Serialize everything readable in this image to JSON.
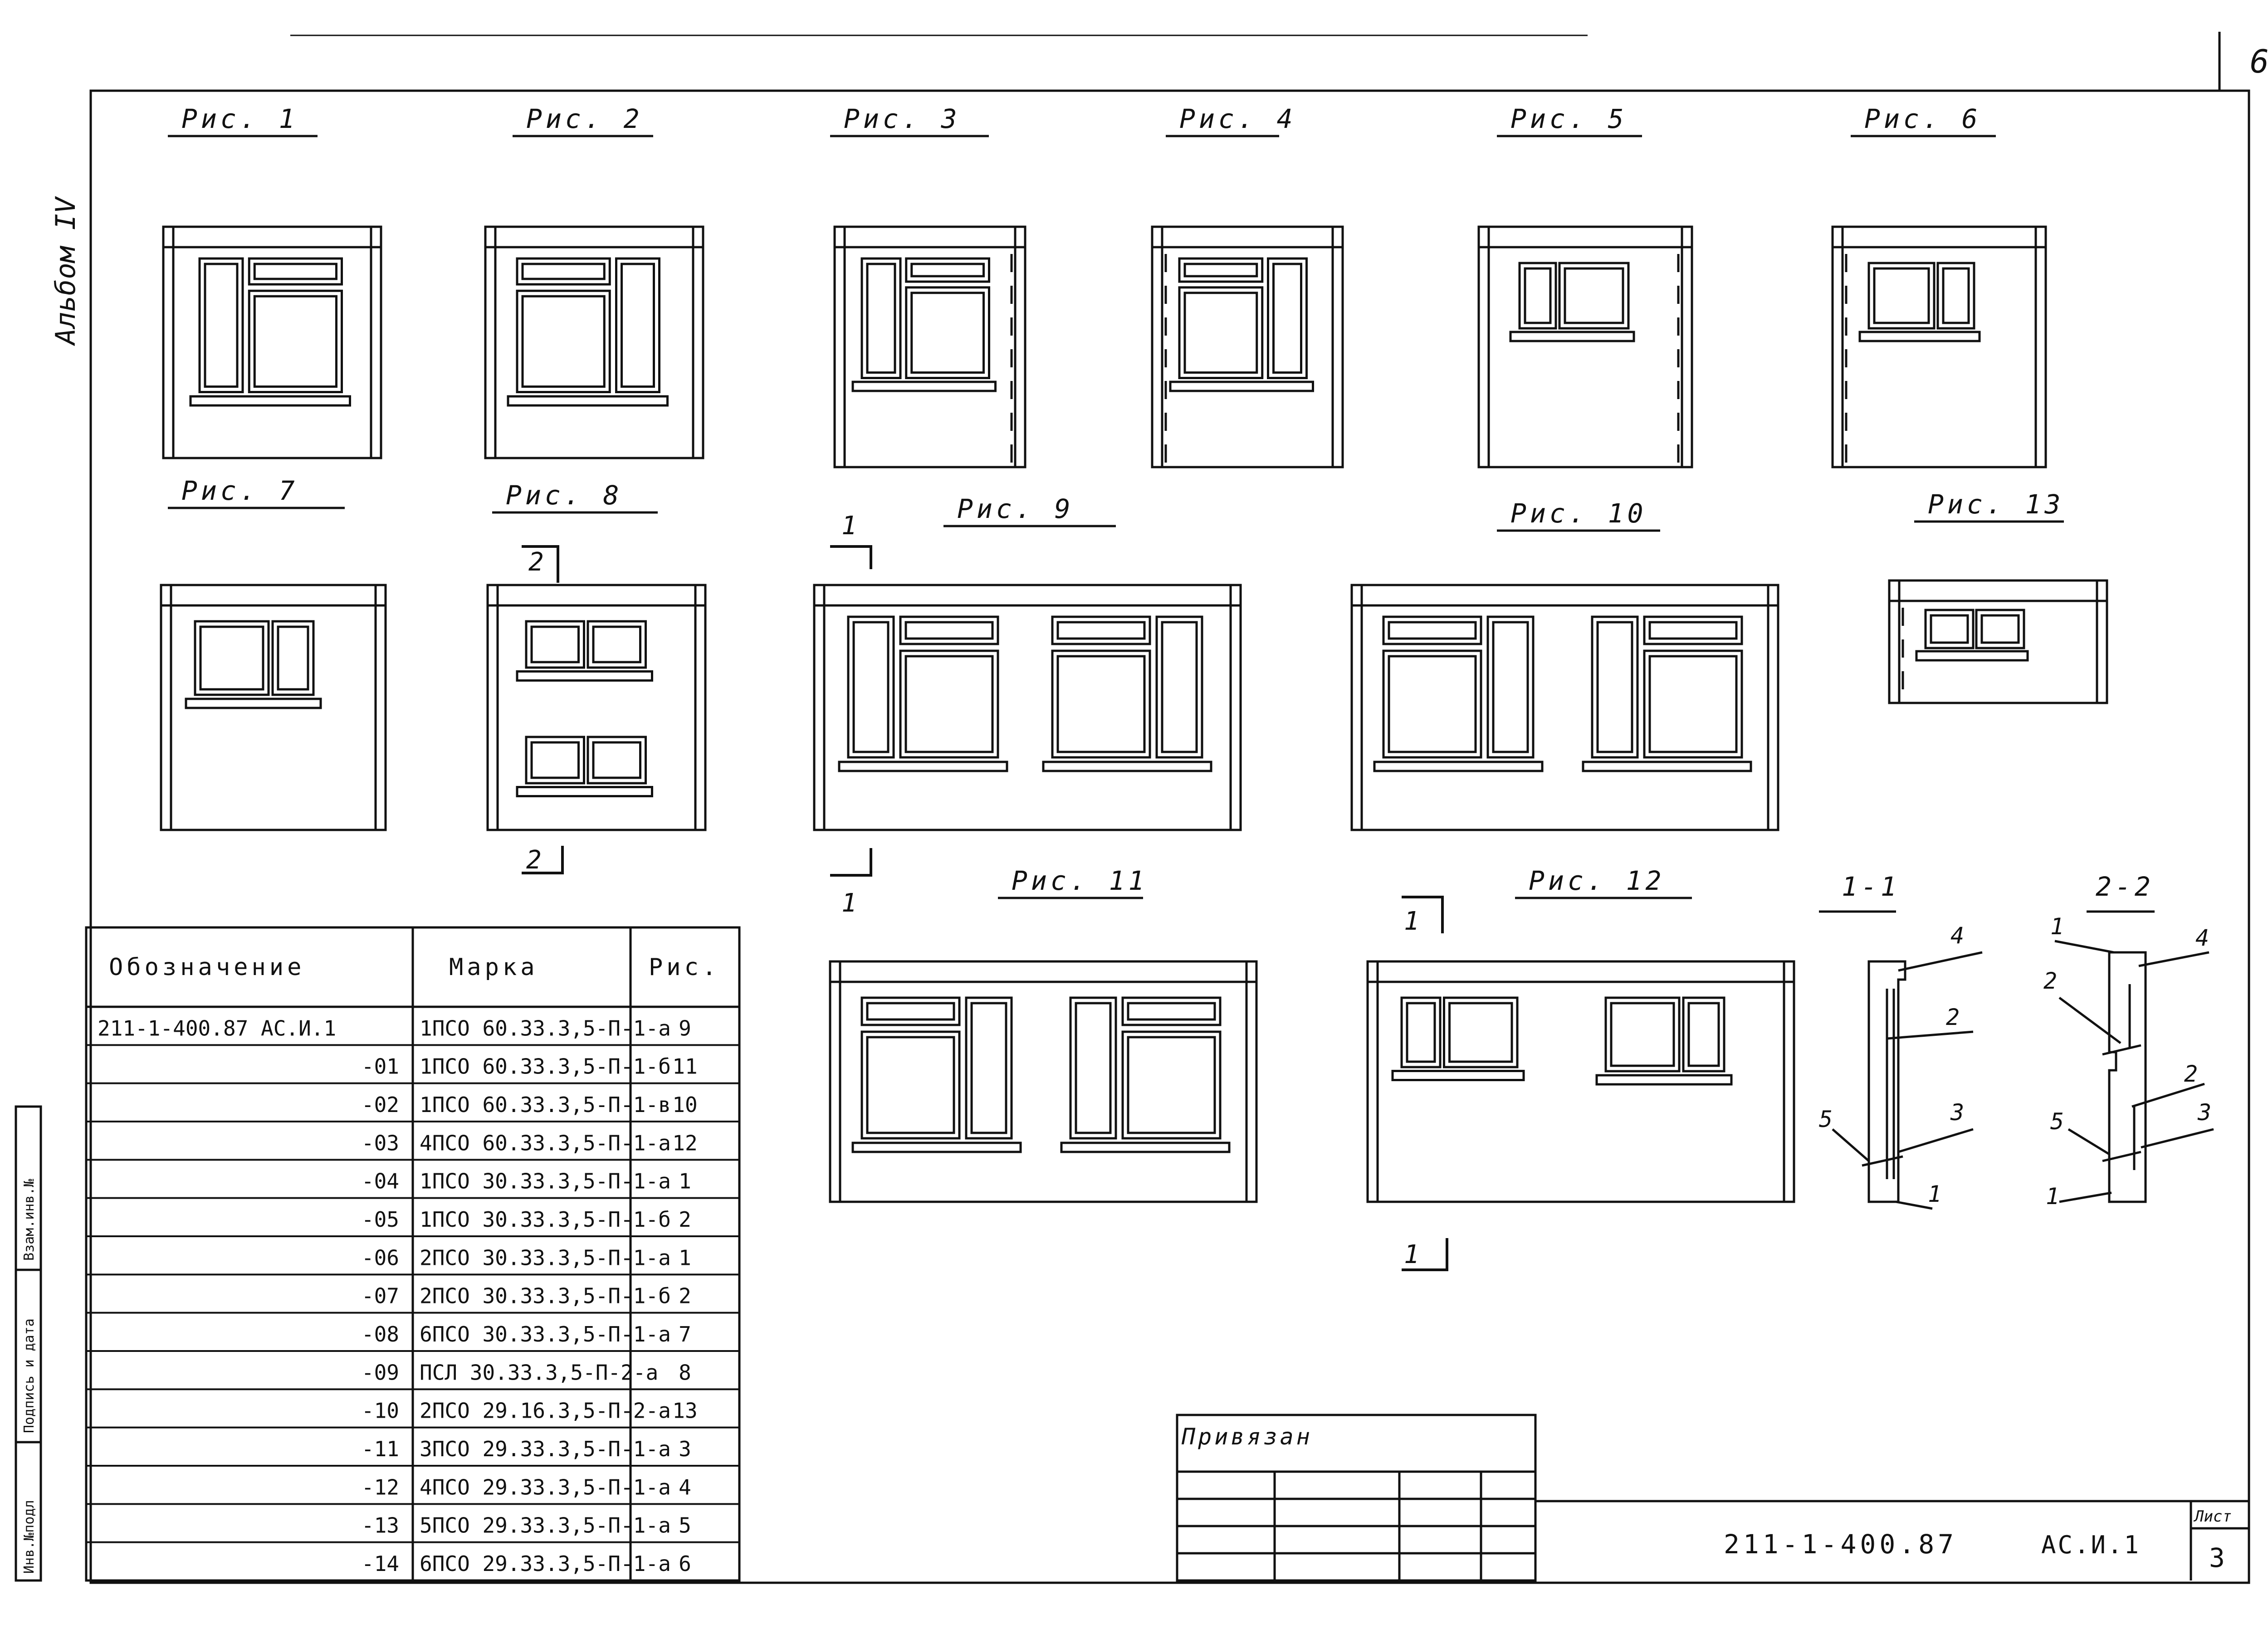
{
  "sheet_number": "6",
  "album_label": "Альбом IV",
  "figures": [
    {
      "id": "fig1",
      "caption": "Рис. 1"
    },
    {
      "id": "fig2",
      "caption": "Рис. 2"
    },
    {
      "id": "fig3",
      "caption": "Рис. 3"
    },
    {
      "id": "fig4",
      "caption": "Рис. 4"
    },
    {
      "id": "fig5",
      "caption": "Рис. 5"
    },
    {
      "id": "fig6",
      "caption": "Рис. 6"
    },
    {
      "id": "fig7",
      "caption": "Рис. 7"
    },
    {
      "id": "fig8",
      "caption": "Рис. 8"
    },
    {
      "id": "fig9",
      "caption": "Рис. 9"
    },
    {
      "id": "fig10",
      "caption": "Рис. 10"
    },
    {
      "id": "fig11",
      "caption": "Рис. 11"
    },
    {
      "id": "fig12",
      "caption": "Рис. 12"
    },
    {
      "id": "fig13",
      "caption": "Рис. 13"
    }
  ],
  "section_marks": {
    "one": "1",
    "two": "2"
  },
  "sections": [
    {
      "title": "1-1",
      "labels": [
        "4",
        "2",
        "3",
        "5",
        "1"
      ]
    },
    {
      "title": "2-2",
      "labels": [
        "1",
        "4",
        "2",
        "2",
        "5",
        "3",
        "1"
      ]
    }
  ],
  "table": {
    "headers": [
      "Обозначение",
      "Марка",
      "Рис."
    ],
    "rows": [
      {
        "designation": "211-1-400.87  АС.И.1",
        "mark": "1ПСО 60.33.3,5-П-1-а",
        "fig": "9"
      },
      {
        "designation": "-01",
        "mark": "1ПСО 60.33.3,5-П-1-б",
        "fig": "11"
      },
      {
        "designation": "-02",
        "mark": "1ПСО 60.33.3,5-П-1-в",
        "fig": "10"
      },
      {
        "designation": "-03",
        "mark": "4ПСО 60.33.3,5-П-1-а",
        "fig": "12"
      },
      {
        "designation": "-04",
        "mark": "1ПСО 30.33.3,5-П-1-а",
        "fig": "1"
      },
      {
        "designation": "-05",
        "mark": "1ПСО 30.33.3,5-П-1-б",
        "fig": "2"
      },
      {
        "designation": "-06",
        "mark": "2ПСО 30.33.3,5-П-1-а",
        "fig": "1"
      },
      {
        "designation": "-07",
        "mark": "2ПСО 30.33.3,5-П-1-б",
        "fig": "2"
      },
      {
        "designation": "-08",
        "mark": "6ПСО 30.33.3,5-П-1-а",
        "fig": "7"
      },
      {
        "designation": "-09",
        "mark": "ПСЛ 30.33.3,5-П-2-а",
        "fig": "8"
      },
      {
        "designation": "-10",
        "mark": "2ПСО 29.16.3,5-П-2-а",
        "fig": "13"
      },
      {
        "designation": "-11",
        "mark": "3ПСО 29.33.3,5-П-1-а",
        "fig": "3"
      },
      {
        "designation": "-12",
        "mark": "4ПСО 29.33.3,5-П-1-а",
        "fig": "4"
      },
      {
        "designation": "-13",
        "mark": "5ПСО 29.33.3,5-П-1-а",
        "fig": "5"
      },
      {
        "designation": "-14",
        "mark": "6ПСО 29.33.3,5-П-1-а",
        "fig": "6"
      }
    ]
  },
  "side_stamp": [
    "Взам.инв.№",
    "Подпись и дата",
    "Инв.№подл"
  ],
  "binding_label": "Привязан",
  "title_block": {
    "code": "211-1-400.87",
    "doc": "АС.И.1",
    "sheet_label": "Лист",
    "sheet_value": "3"
  }
}
